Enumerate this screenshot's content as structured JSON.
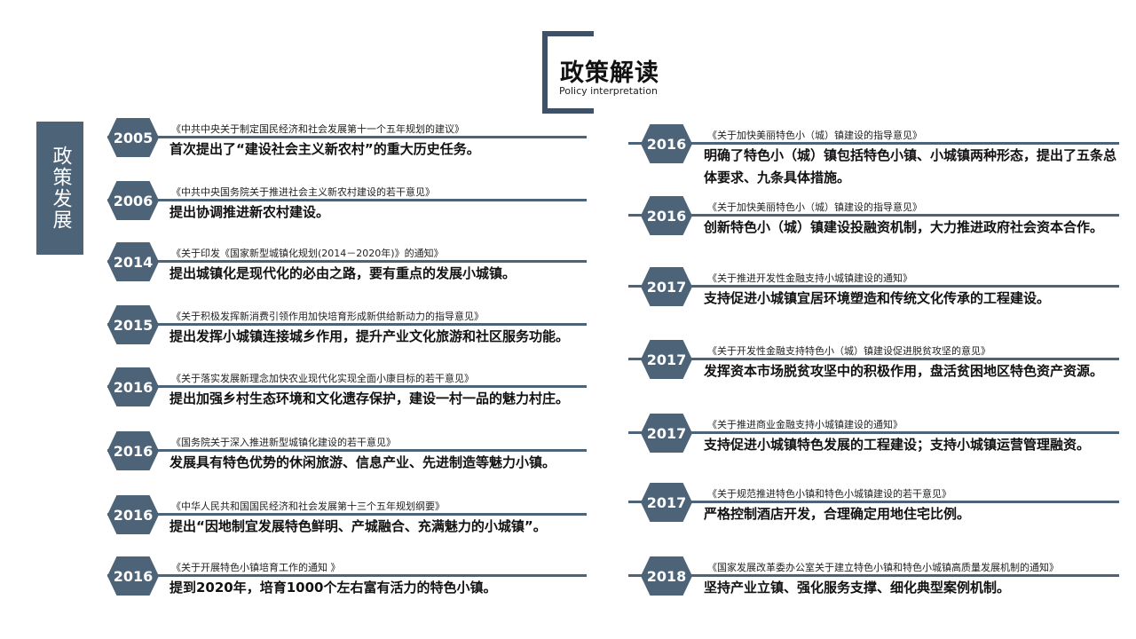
{
  "header": {
    "title": "政策解读",
    "subtitle": "Policy interpretation"
  },
  "sidebar": {
    "label": "政策发展"
  },
  "left_items": [
    {
      "year": "2005",
      "doc": "《中共中央关于制定国民经济和社会发展第十一个五年规划的建议》",
      "desc": "首次提出了“建设社会主义新农村”的重大历史任务。"
    },
    {
      "year": "2006",
      "doc": "《中共中央国务院关于推进社会主义新农村建设的若干意见》",
      "desc": "提出协调推进新农村建设。"
    },
    {
      "year": "2014",
      "doc": "《关于印发《国家新型城镇化规划(2014－2020年)》的通知》",
      "desc": "提出城镇化是现代化的必由之路，要有重点的发展小城镇。"
    },
    {
      "year": "2015",
      "doc": "《关于积极发挥新消费引领作用加快培育形成新供给新动力的指导意见》",
      "desc": "提出发挥小城镇连接城乡作用，提升产业文化旅游和社区服务功能。"
    },
    {
      "year": "2016",
      "doc": "《关于落实发展新理念加快农业现代化实现全面小康目标的若干意见》",
      "desc": "提出加强乡村生态环境和文化遗存保护，建设一村一品的魅力村庄。"
    },
    {
      "year": "2016",
      "doc": "《国务院关于深入推进新型城镇化建设的若干意见》",
      "desc": "发展具有特色优势的休闲旅游、信息产业、先进制造等魅力小镇。"
    },
    {
      "year": "2016",
      "doc": "《中华人民共和国国民经济和社会发展第十三个五年规划纲要》",
      "desc": "提出“因地制宜发展特色鲜明、产城融合、充满魅力的小城镇”。"
    },
    {
      "year": "2016",
      "doc": "《关于开展特色小镇培育工作的通知 》",
      "desc": "提到2020年，培育1000个左右富有活力的特色小镇。"
    }
  ],
  "right_items": [
    {
      "year": "2016",
      "doc": "《关于加快美丽特色小（城）镇建设的指导意见》",
      "desc": "明确了特色小（城）镇包括特色小镇、小城镇两种形态，提出了五条总体要求、九条具体措施。"
    },
    {
      "year": "2016",
      "doc": "《关于加快美丽特色小（城）镇建设的指导意见》",
      "desc": "创新特色小（城）镇建设投融资机制，大力推进政府社会资本合作。"
    },
    {
      "year": "2017",
      "doc": "《关于推进开发性金融支持小城镇建设的通知》",
      "desc": "支持促进小城镇宜居环境塑造和传统文化传承的工程建设。"
    },
    {
      "year": "2017",
      "doc": "《关于开发性金融支持特色小（城）镇建设促进脱贫攻坚的意见》",
      "desc": "发挥资本市场脱贫攻坚中的积极作用，盘活贫困地区特色资产资源。"
    },
    {
      "year": "2017",
      "doc": "《关于推进商业金融支持小城镇建设的通知》",
      "desc": "支持促进小城镇特色发展的工程建设；支持小城镇运营管理融资。"
    },
    {
      "year": "2017",
      "doc": "《关于规范推进特色小镇和特色小城镇建设的若干意见》",
      "desc": "严格控制酒店开发，合理确定用地住宅比例。"
    },
    {
      "year": "2018",
      "doc": "《国家发展改革委办公室关于建立特色小镇和特色小城镇高质量发展机制的通知》",
      "desc": "坚持产业立镇、强化服务支撑、细化典型案例机制。"
    }
  ],
  "colors": {
    "accent": "#4c6378"
  }
}
